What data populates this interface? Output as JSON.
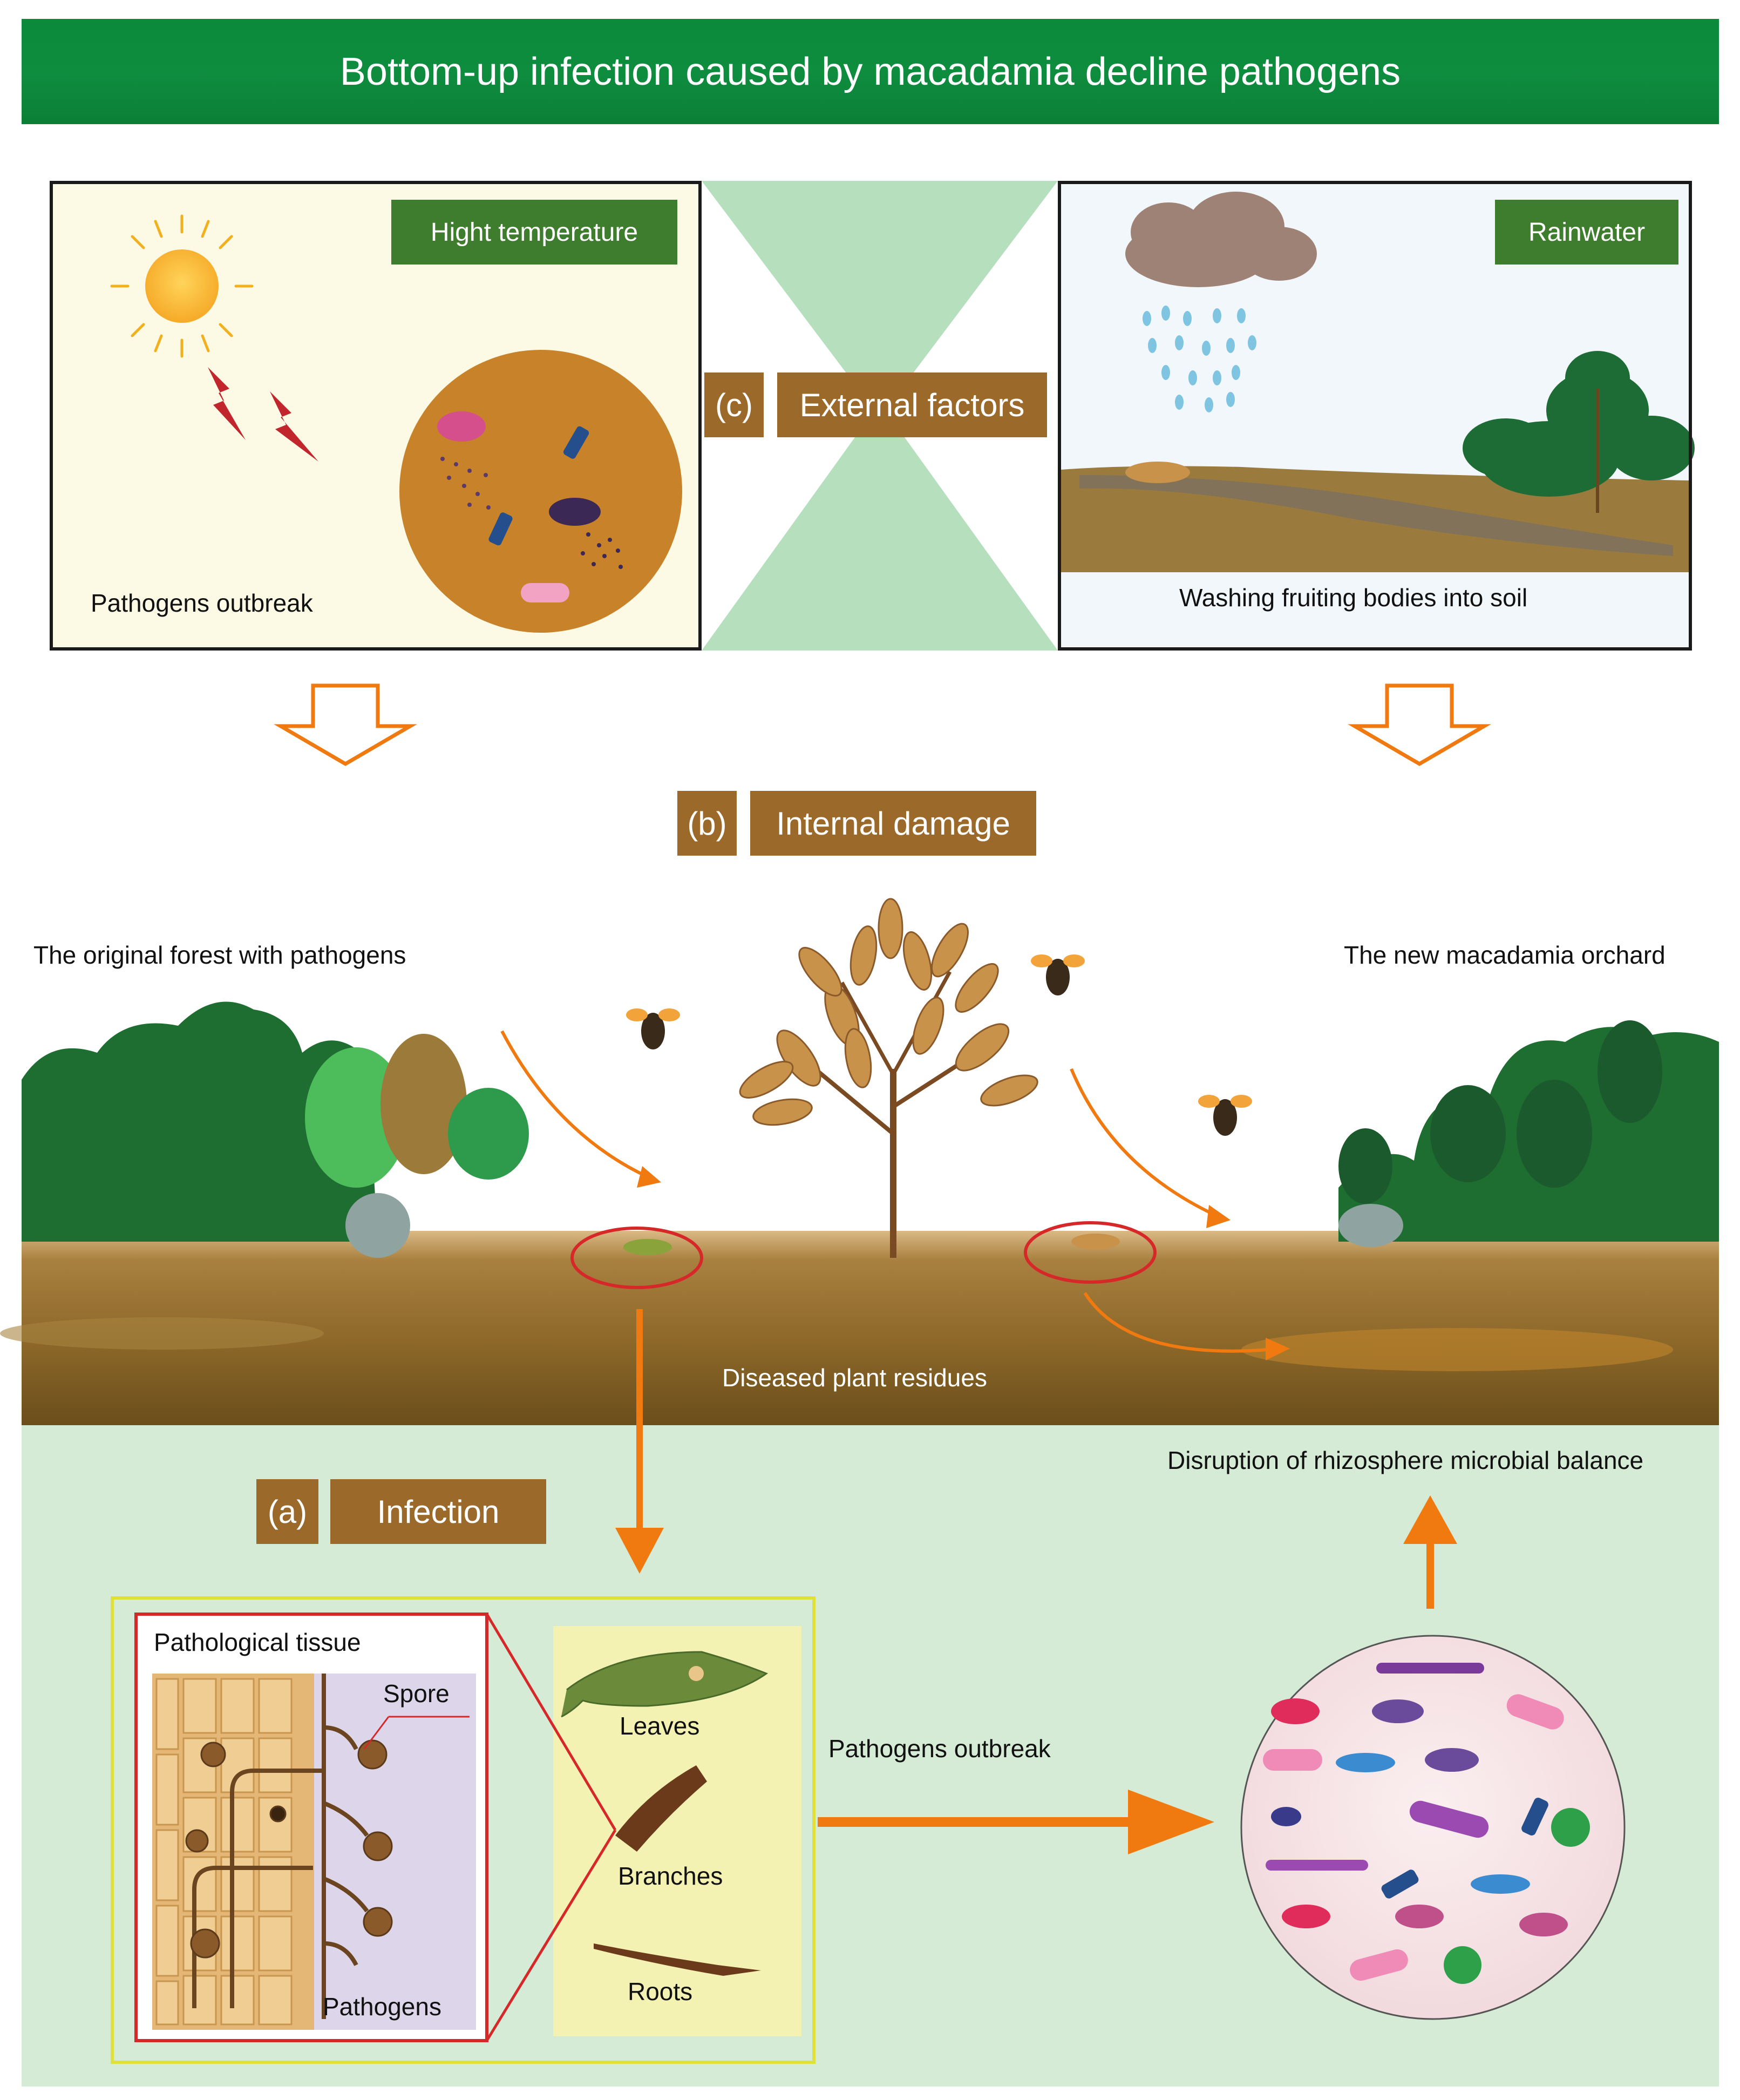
{
  "title": "Bottom-up infection caused by macadamia decline pathogens",
  "section_c": {
    "letter": "(c)",
    "label": "External factors"
  },
  "section_b": {
    "letter": "(b)",
    "label": "Internal damage"
  },
  "section_a": {
    "letter": "(a)",
    "label": "Infection"
  },
  "left_panel": {
    "tag": "Hight temperature",
    "caption": "Pathogens outbreak"
  },
  "right_panel": {
    "tag": "Rainwater",
    "caption": "Washing fruiting bodies into soil"
  },
  "scene": {
    "left_label": "The original forest with pathogens",
    "right_label": "The new macadamia orchard",
    "residues_label": "Diseased plant residues",
    "rhizosphere_label": "Disruption of rhizosphere microbial balance"
  },
  "infection": {
    "tissue_title": "Pathological tissue",
    "spore_label": "Spore",
    "pathogens_label": "Pathogens",
    "parts": [
      "Leaves",
      "Branches",
      "Roots"
    ],
    "outbreak_label": "Pathogens outbreak"
  },
  "colors": {
    "banner_green": "#0c8a3c",
    "tag_green": "#3f7d2e",
    "section_brown": "#9b6a2a",
    "arrow_orange": "#f07a10",
    "light_green_bg": "#d5ebd5",
    "funnel_green": "#b6dfbd"
  }
}
